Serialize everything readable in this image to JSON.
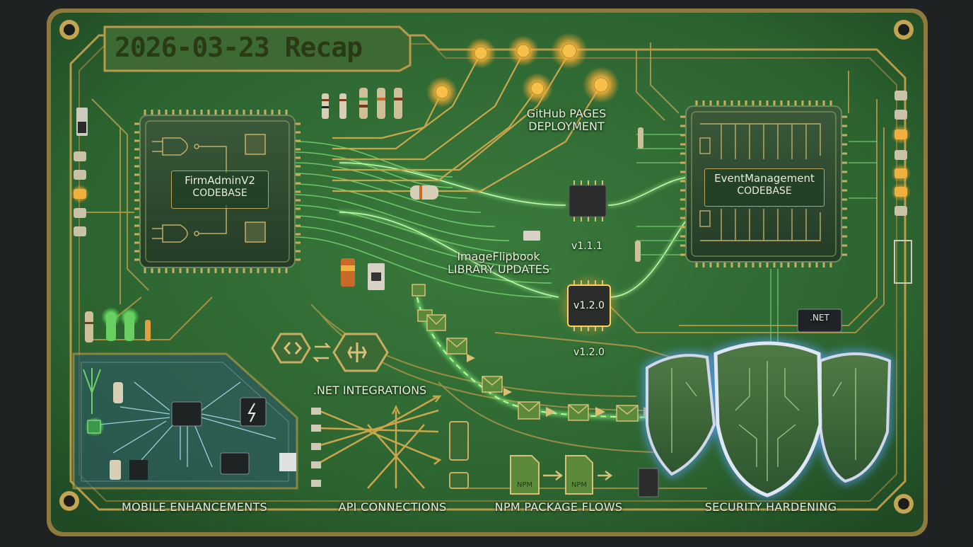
{
  "title": "2026-03-23 Recap",
  "chips": {
    "firmadmin": {
      "line1": "FirmAdminV2",
      "line2": "CODEBASE"
    },
    "eventmanagement": {
      "line1": "EventManagement",
      "line2": "CODEBASE"
    },
    "v111": "v1.1.1",
    "v120_top": "v1.2.0",
    "v120_bottom": "v1.2.0",
    "dotnet_chip": ".NET"
  },
  "labels": {
    "github": {
      "line1": "GitHub PAGES",
      "line2": "DEPLOYMENT"
    },
    "imageflipbook": {
      "line1": "ImageFlipbook",
      "line2": "LIBRARY UPDATES"
    },
    "net_integrations": ".NET INTEGRATIONS"
  },
  "npm_docs": [
    "NPM",
    "NPM"
  ],
  "bottom_labels": {
    "mobile": "MOBILE ENHANCEMENTS",
    "api": "API CONNECTIONS",
    "npm": "NPM PACKAGE FLOWS",
    "security": "SECURITY HARDENING"
  },
  "colors": {
    "board": "#2f6a34",
    "trace_gold": "#b79a4a",
    "trace_green": "#6fe36a",
    "shield_glow": "#5aa0ff"
  }
}
